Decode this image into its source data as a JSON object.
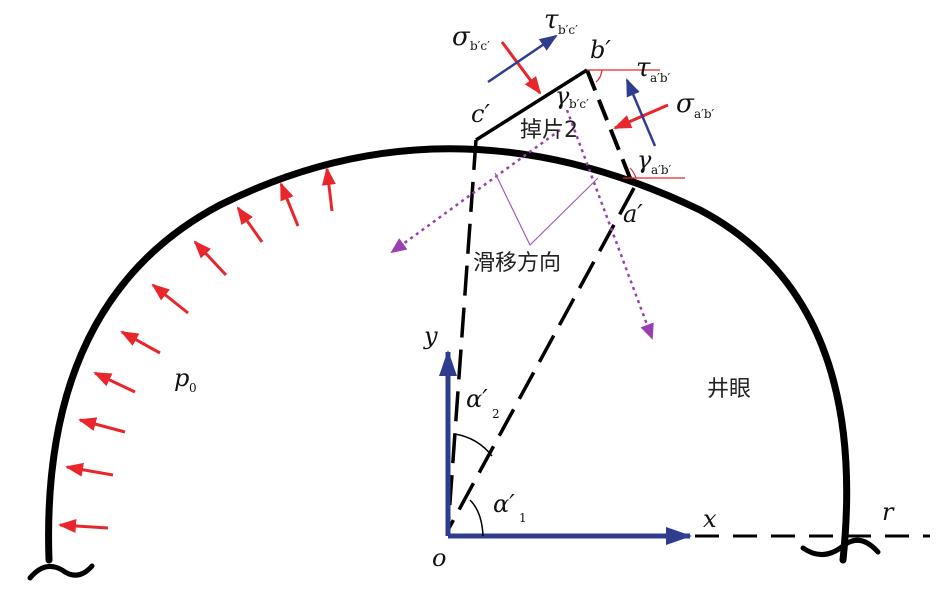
{
  "labels": {
    "sigma_bc": "σ",
    "sigma_bc_sub": "b′c′",
    "tau_bc": "τ",
    "tau_bc_sub": "b′c′",
    "b_prime": "b′",
    "tau_ab": "τ",
    "tau_ab_sub": "a′b′",
    "sigma_ab": "σ",
    "sigma_ab_sub": "a′b′",
    "gamma_bc": "γ",
    "gamma_bc_sub": "b′c′",
    "c_prime": "c′",
    "fragment": "掉片2",
    "gamma_ab": "γ",
    "gamma_ab_sub": "a′b′",
    "a_prime": "a′",
    "slip_direction": "滑移方向",
    "y_axis": "y",
    "x_axis": "x",
    "origin": "o",
    "r_label": "r",
    "p0": "p",
    "p0_sub": "0",
    "alpha2": "α′",
    "alpha2_sub": "2",
    "alpha1": "α′",
    "alpha1_sub": "1",
    "borehole": "井眼"
  },
  "colors": {
    "outline": "#000000",
    "pressure_arrow": "#e8262b",
    "axis": "#2f3d8f",
    "slip_arrow": "#9b3fb0",
    "thin_line": "#a35bbd"
  }
}
